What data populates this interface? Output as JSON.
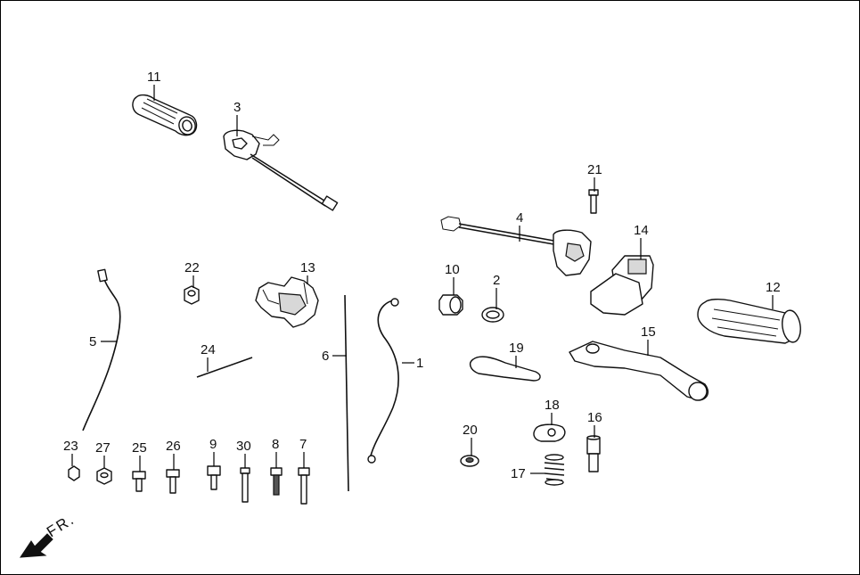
{
  "callouts": {
    "c1": "1",
    "c2": "2",
    "c3": "3",
    "c4": "4",
    "c5": "5",
    "c6": "6",
    "c7": "7",
    "c8": "8",
    "c9": "9",
    "c10": "10",
    "c11": "11",
    "c12": "12",
    "c13": "13",
    "c14": "14",
    "c15": "15",
    "c16": "16",
    "c17": "17",
    "c18": "18",
    "c19": "19",
    "c20": "20",
    "c21": "21",
    "c22": "22",
    "c23": "23",
    "c24": "24",
    "c25": "25",
    "c26": "26",
    "c27": "27",
    "c30": "30"
  },
  "direction_marker": {
    "label": "FR."
  }
}
